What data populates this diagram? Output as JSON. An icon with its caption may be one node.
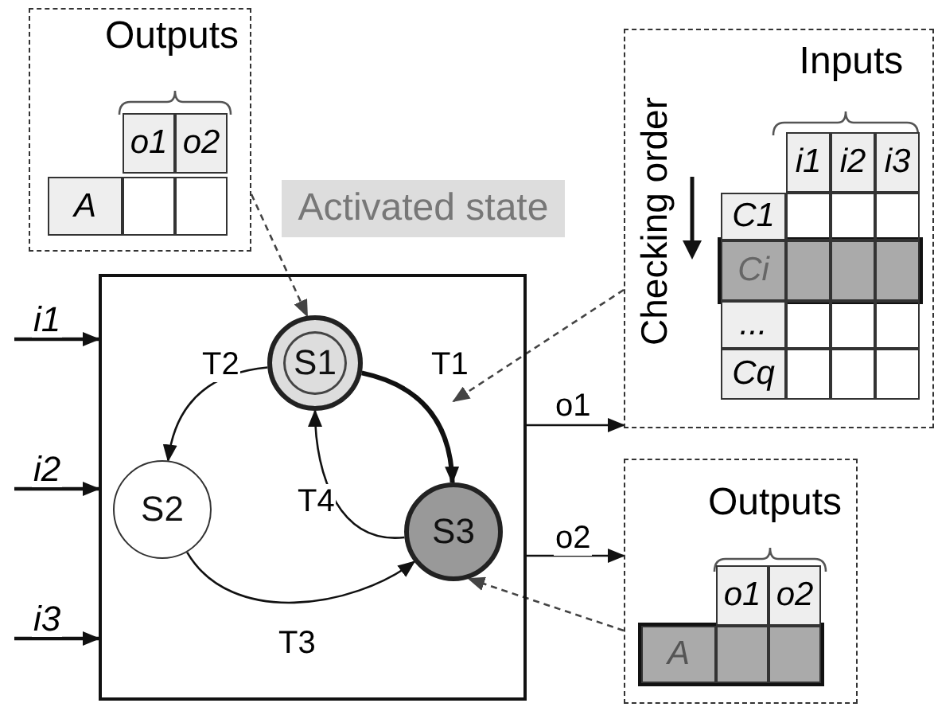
{
  "diagram": {
    "nodes": [
      {
        "text": [
          "Outputs",
          "o1",
          "o2",
          "A"
        ]
      },
      {
        "text": [],
        "shape": "box"
      },
      {
        "text": [
          "S1"
        ],
        "in": 1
      },
      {
        "text": [
          "S2"
        ],
        "in": 1
      },
      {
        "text": [
          "S3"
        ],
        "in": 1
      },
      {
        "text": [
          "Checking order",
          "Inputs",
          "i1",
          "i2",
          "i3",
          "C1",
          "Ci",
          "...",
          "Cq"
        ]
      },
      {
        "text": [
          "Outputs",
          "o1",
          "o2",
          "A"
        ]
      }
    ],
    "edges": [
      {
        "from": 2,
        "to": 4,
        "arrow": "to",
        "label": "T1",
        "style": "thick"
      },
      {
        "from": 2,
        "to": 3,
        "arrow": "to",
        "label": "T2"
      },
      {
        "from": 3,
        "to": 4,
        "arrow": "to",
        "label": "T3"
      },
      {
        "from": 4,
        "to": 2,
        "arrow": "to",
        "label": "T4"
      },
      {
        "from": null,
        "to": 1,
        "arrow": "to",
        "label": "i1"
      },
      {
        "from": null,
        "to": 1,
        "arrow": "to",
        "label": "i2"
      },
      {
        "from": null,
        "to": 1,
        "arrow": "to",
        "label": "i3"
      },
      {
        "from": 1,
        "to": 5,
        "arrow": "to",
        "label": "o1"
      },
      {
        "from": 1,
        "to": 6,
        "arrow": "to",
        "label": "o2"
      },
      {
        "from": 0,
        "to": 2,
        "arrow": "to",
        "style": "dashed"
      },
      {
        "from": 5,
        "to": null,
        "arrow": "to",
        "style": "dashed"
      },
      {
        "from": 6,
        "to": 4,
        "arrow": "to",
        "style": "dashed"
      }
    ],
    "labels": [
      "Activated state"
    ]
  }
}
